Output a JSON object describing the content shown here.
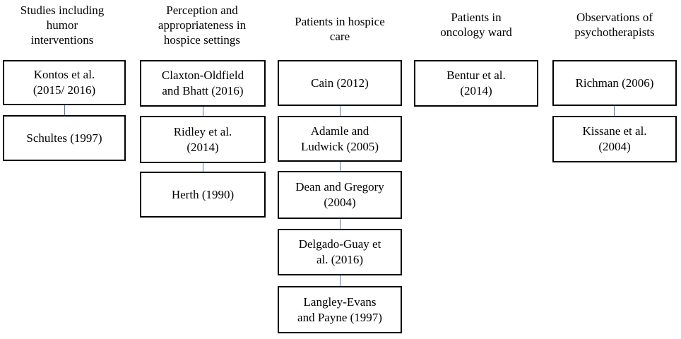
{
  "columns": [
    {
      "header": "Studies including\nhumor\ninterventions",
      "boxes": [
        "Kontos et al.\n(2015/ 2016)",
        "Schultes (1997)"
      ]
    },
    {
      "header": "Perception and\nappropriateness in\nhospice settings",
      "boxes": [
        "Claxton-Oldfield\nand Bhatt (2016)",
        "Ridley et al.\n(2014)",
        "Herth (1990)"
      ]
    },
    {
      "header": "Patients in hospice\ncare",
      "boxes": [
        "Cain (2012)",
        "Adamle and\nLudwick (2005)",
        "Dean and Gregory\n(2004)",
        "Delgado-Guay et\nal. (2016)",
        "Langley-Evans\nand Payne (1997)"
      ]
    },
    {
      "header": "Patients in\noncology ward",
      "boxes": [
        "Bentur et al.\n(2014)"
      ]
    },
    {
      "header": "Observations of\npsychotherapists",
      "boxes": [
        "Richman (2006)",
        "Kissane et al.\n(2004)"
      ]
    }
  ],
  "colors": {
    "connector": "#4a7ab5",
    "border": "#000000"
  }
}
